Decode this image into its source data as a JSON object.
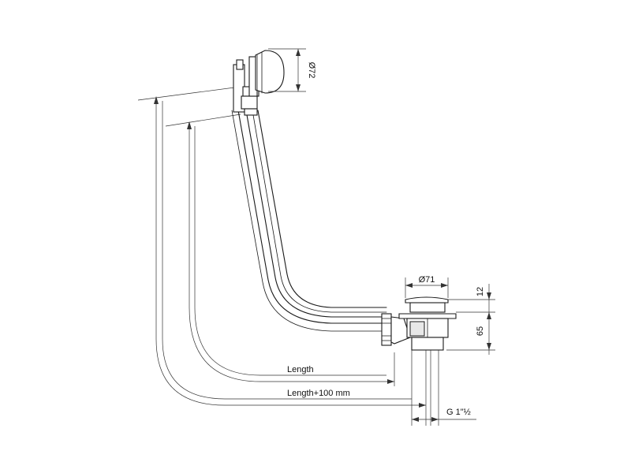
{
  "drawing": {
    "labels": {
      "dia_overflow": "Ø72",
      "dia_plug": "Ø71",
      "height_cap": "12",
      "height_body": "65",
      "length": "Length",
      "length_plus": "Length+100 mm",
      "thread": "G 1\"½"
    }
  }
}
